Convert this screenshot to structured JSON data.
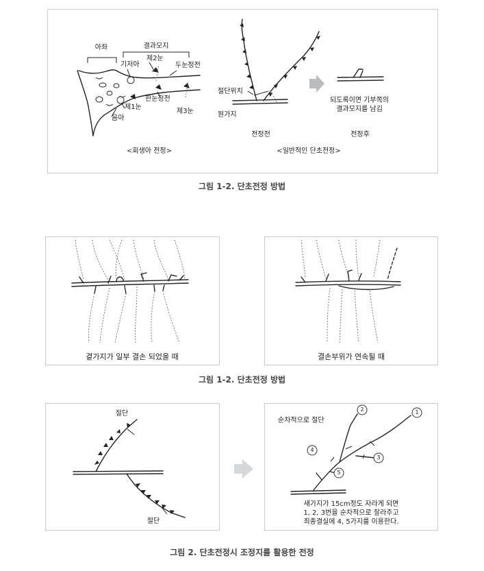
{
  "fig1": {
    "labels": {
      "aja": "아좌",
      "gyeolgwa": "결과모지",
      "gijeoa": "기저아",
      "je2": "제2눈",
      "dunun": "두눈정전",
      "hannun": "한눈정전",
      "je1": "제1눈",
      "je3": "제3눈",
      "eunga": "음아",
      "cutpos": "절단위치",
      "wongaji": "원가지",
      "note_line1": "되도록이면 기부쪽의",
      "note_line2": "결과모지를 남김",
      "before": "전정전",
      "after": "전정후"
    },
    "sub_left": "<회생아 전정>",
    "sub_right": "<일반적인 단초전정>",
    "caption": "그림 1-2. 단초전정 방법"
  },
  "fig2": {
    "left_label": "곁가지가 일부 결손 되었을 때",
    "right_label": "결손부위가 연속될 때",
    "caption": "그림 1-2. 단초전정 방법"
  },
  "fig3": {
    "cut_top": "절단",
    "cut_bottom": "절단",
    "seq_label": "순차적으로 절단",
    "num1": "1",
    "num2": "2",
    "num3": "3",
    "num4": "4",
    "num5": "5",
    "desc_line1": "새가지가 15cm정도 자라게 되면",
    "desc_line2": "1, 2, 3번을 순차적으로 잘라주고",
    "desc_line3": "최종결실에 4, 5가지를 이용한다.",
    "caption": "그림 2. 단초전정시 조정지를 활용한 전정"
  },
  "colors": {
    "frame": "#c9c9c9",
    "arrow": "#b8bcbf",
    "ink": "#222222"
  }
}
